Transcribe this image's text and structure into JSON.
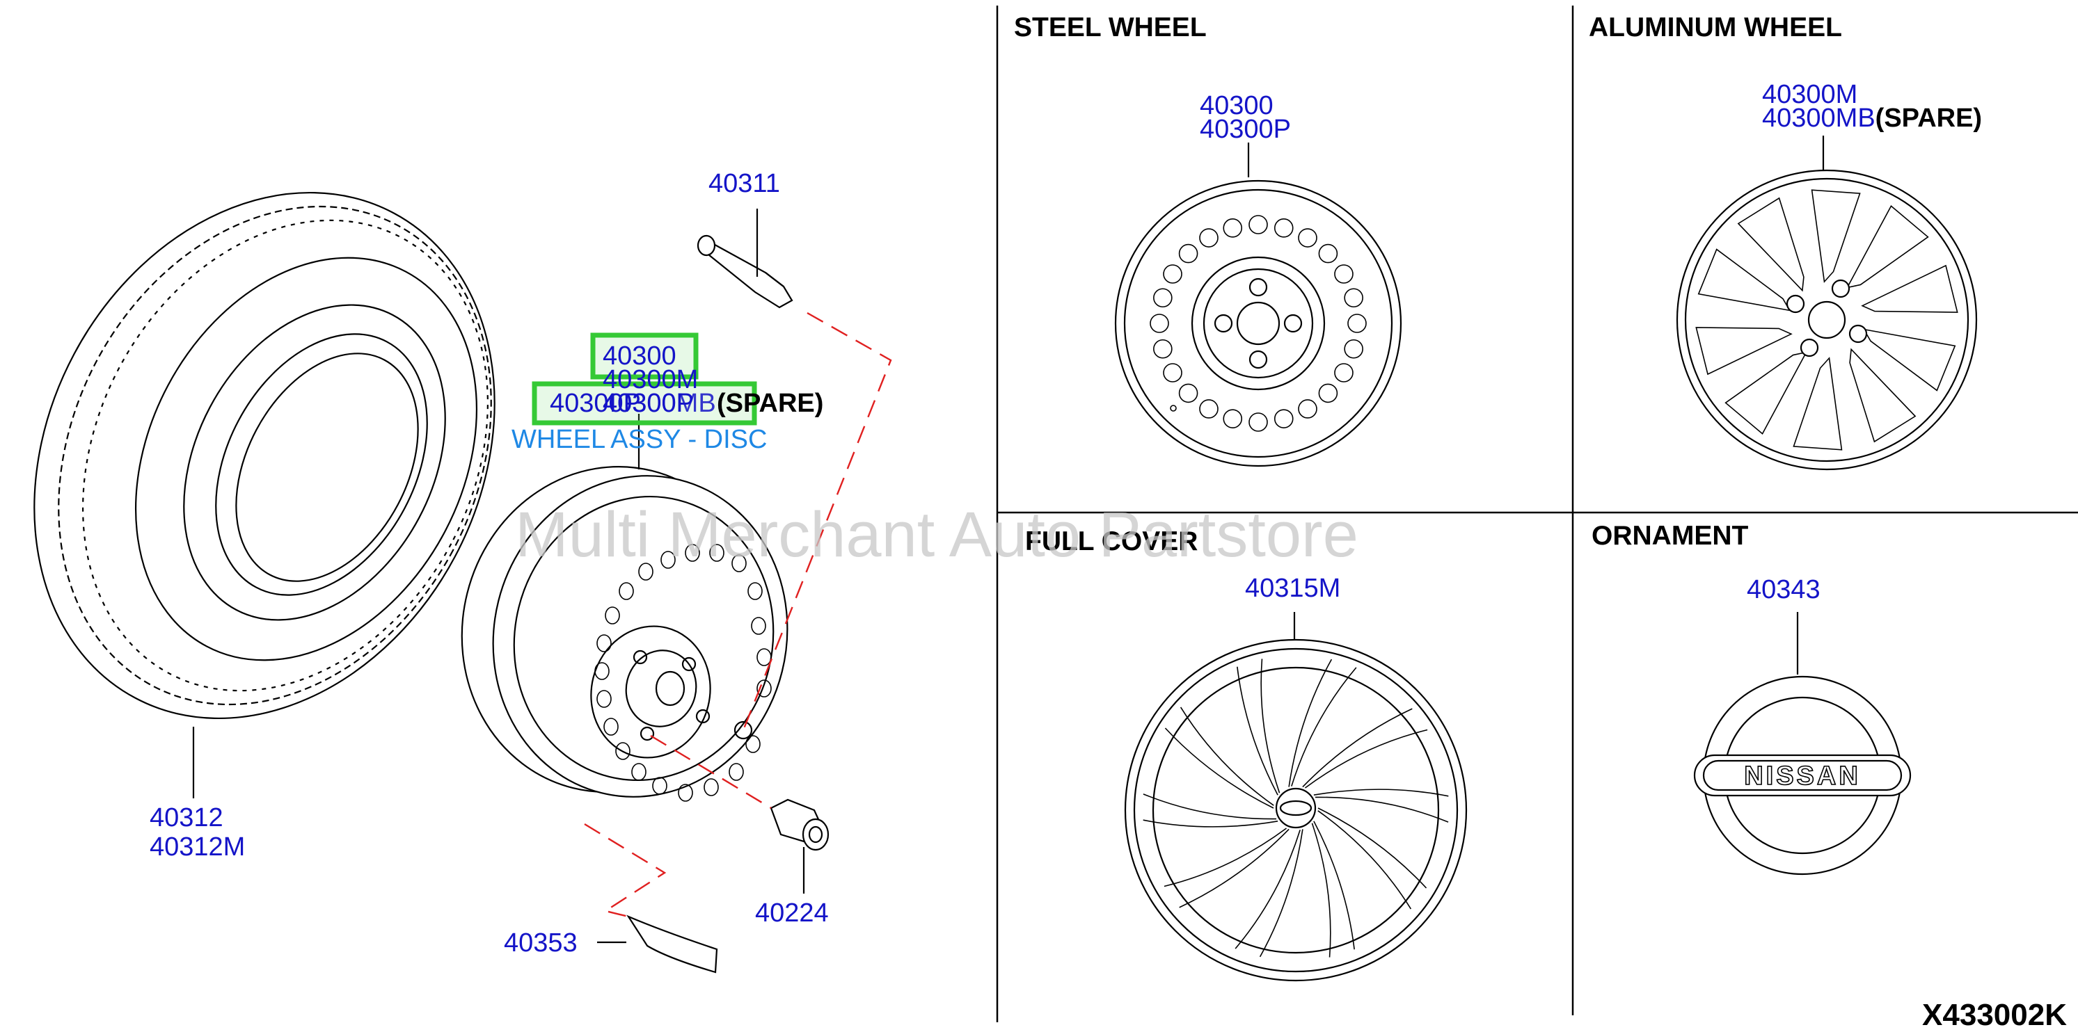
{
  "panels": {
    "steel_wheel": {
      "title": "STEEL WHEEL",
      "parts": [
        "40300",
        "40300P"
      ]
    },
    "aluminum_wheel": {
      "title": "ALUMINUM WHEEL",
      "parts": [
        "40300M",
        "40300MB"
      ],
      "spare_suffix": "(SPARE)"
    },
    "full_cover": {
      "title": "FULL COVER",
      "parts": [
        "40315M"
      ]
    },
    "ornament": {
      "title": "ORNAMENT",
      "parts": [
        "40343"
      ],
      "badge_text": "NISSAN"
    }
  },
  "main": {
    "valve_part": "40311",
    "tire_parts": [
      "40312",
      "40312M"
    ],
    "nut_part": "40224",
    "weight_part": "40353",
    "wheel_parts": [
      "40300",
      "40300M",
      "40300P",
      "40300MB"
    ],
    "overlap_text": "40300P",
    "spare_suffix": "(SPARE)",
    "wheel_assy_label": "WHEEL ASSY - DISC"
  },
  "watermark": "Multi Merchant Auto Partstore",
  "diagram_code": "X433002K",
  "colors": {
    "part_number": "#1414c8",
    "leader_dashed": "#e02020",
    "highlight": "#35c935",
    "assy_label": "#1e88e5",
    "watermark": "#c8c8c8"
  }
}
